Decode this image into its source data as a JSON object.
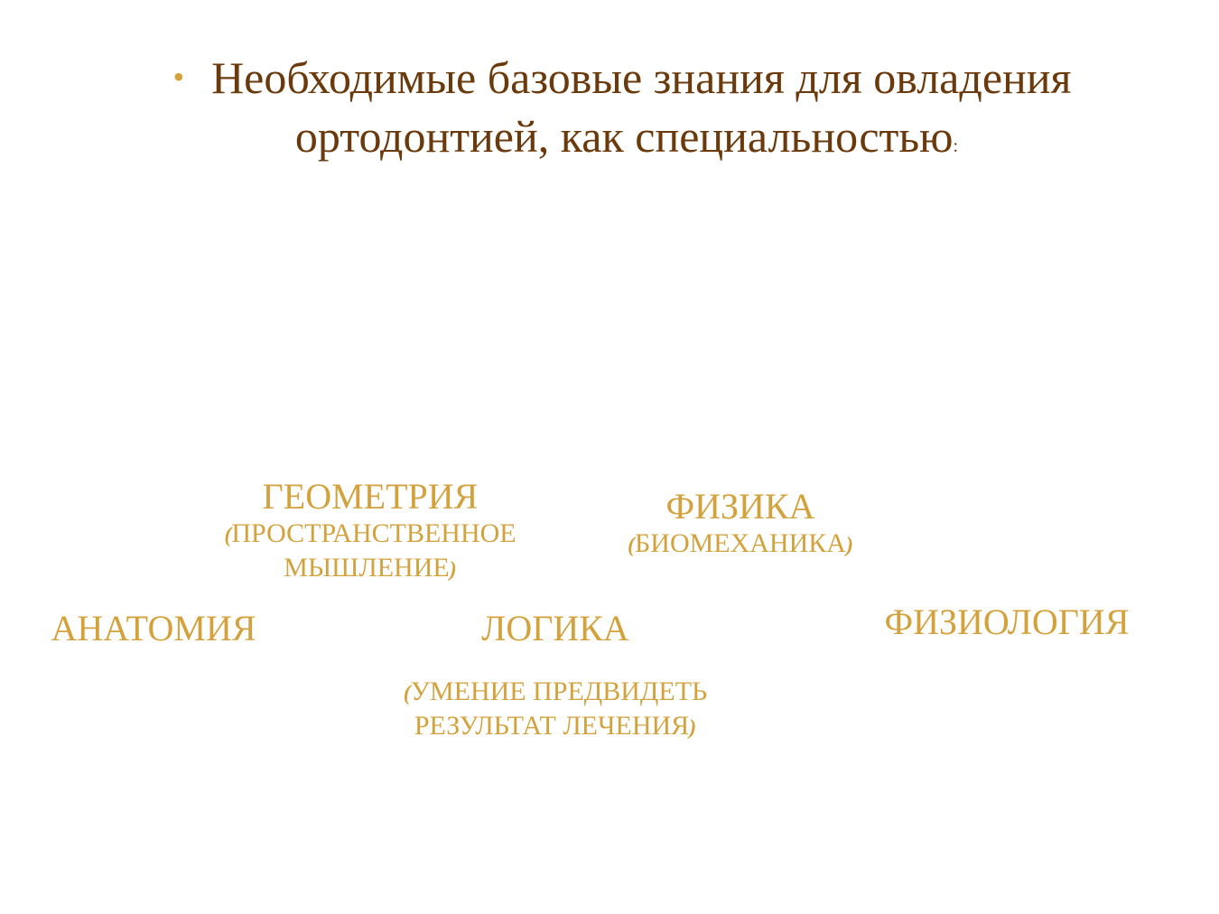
{
  "heading": {
    "bullet": "•",
    "line1": "Необходимые базовые знания для овладения",
    "line2": "ортодонтией, как специальностью",
    "colon": ":"
  },
  "terms": {
    "geometry": {
      "name": "ГЕОМЕТРИЯ",
      "note_open": "(",
      "note_line1": "ПРОСТРАНСТВЕННОЕ",
      "note_line2": "МЫШЛЕНИЕ",
      "note_close": ")"
    },
    "physics": {
      "name": "ФИЗИКА",
      "note_open": "(",
      "note_text": "БИОМЕХАНИКА",
      "note_close": ")"
    },
    "anatomy": {
      "name": "АНАТОМИЯ"
    },
    "logic": {
      "name": "ЛОГИКА",
      "note_open": "(",
      "note_line1": "УМЕНИЕ ПРЕДВИДЕТЬ",
      "note_line2": "РЕЗУЛЬТАТ ЛЕЧЕНИЯ",
      "note_close": ")"
    },
    "physiology": {
      "name": "ФИЗИОЛОГИЯ"
    }
  },
  "colors": {
    "heading": "#6b3a0c",
    "accent": "#d4a23c",
    "background": "#ffffff"
  }
}
